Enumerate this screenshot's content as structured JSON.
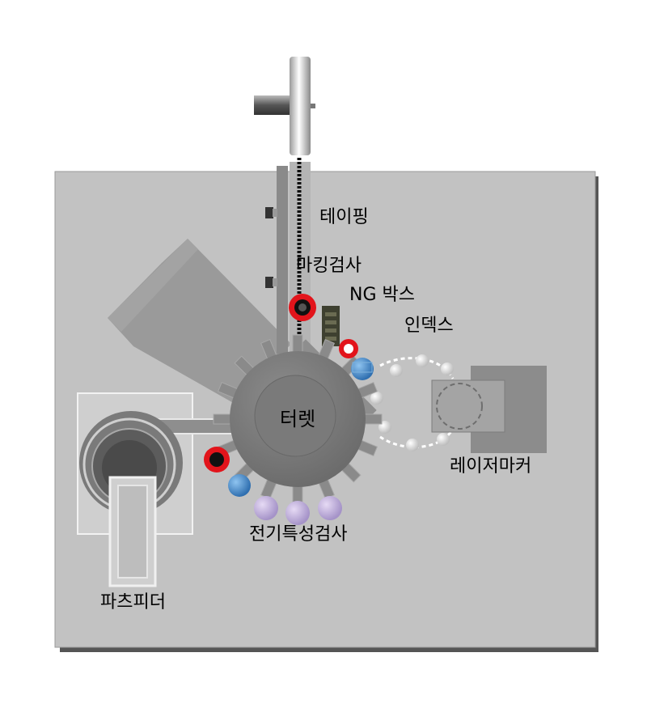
{
  "labels": {
    "taping": "테이핑",
    "marking_inspection": "마킹검사",
    "ng_box": "NG 박스",
    "index": "인덱스",
    "turret": "터렛",
    "laser_marker": "레이저마커",
    "electrical_inspection": "전기특성검사",
    "parts_feeder": "파츠피더"
  }
}
